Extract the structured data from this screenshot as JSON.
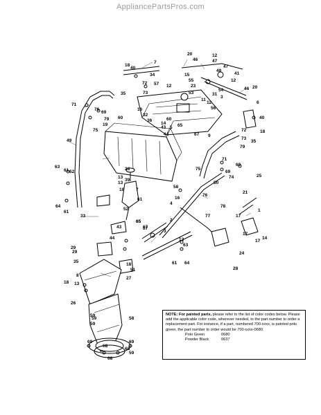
{
  "header": {
    "site": "AppliancePartsPros.com"
  },
  "note": {
    "lead": "NOTE: For",
    "emphasis": "painted parts,",
    "body": "please refer to the list of color codes below. Please add the applicable color code, wherever needed, to the part number to order a replacement part. For instance, if a part, numbered 700-xxxx, is painted polo green, the part number to order would be 700-xxxx-0680.",
    "colors": [
      {
        "name": "Polo Green",
        "code": "0680"
      },
      {
        "name": "Powder Black",
        "code": "0637"
      }
    ]
  },
  "callouts": [
    "7",
    "18",
    "40",
    "34",
    "72",
    "73",
    "35",
    "57",
    "12",
    "20",
    "46",
    "12",
    "47",
    "48",
    "47",
    "41",
    "15",
    "55",
    "54",
    "12",
    "31",
    "3",
    "46",
    "20",
    "23",
    "53",
    "11",
    "12",
    "56",
    "16",
    "32",
    "36",
    "60",
    "65",
    "43",
    "5",
    "44",
    "67",
    "9",
    "14",
    "71",
    "76",
    "69",
    "79",
    "60",
    "19",
    "75",
    "6",
    "40",
    "18",
    "72",
    "73",
    "79",
    "35",
    "49",
    "23",
    "39",
    "13",
    "7",
    "18",
    "52",
    "61",
    "4",
    "75",
    "71",
    "69",
    "74",
    "25",
    "60",
    "50",
    "76",
    "21",
    "58",
    "16",
    "63",
    "61",
    "62",
    "64",
    "61",
    "33",
    "65",
    "67",
    "2",
    "3",
    "77",
    "78",
    "1",
    "17",
    "14",
    "17",
    "24",
    "28",
    "43",
    "44",
    "51",
    "18",
    "27",
    "29",
    "35",
    "8",
    "18",
    "13",
    "26",
    "59",
    "58",
    "59",
    "69",
    "68",
    "69",
    "68",
    "59",
    "68",
    "12",
    "63",
    "61",
    "64",
    "59",
    "29",
    "65",
    "67",
    "17",
    "13"
  ]
}
